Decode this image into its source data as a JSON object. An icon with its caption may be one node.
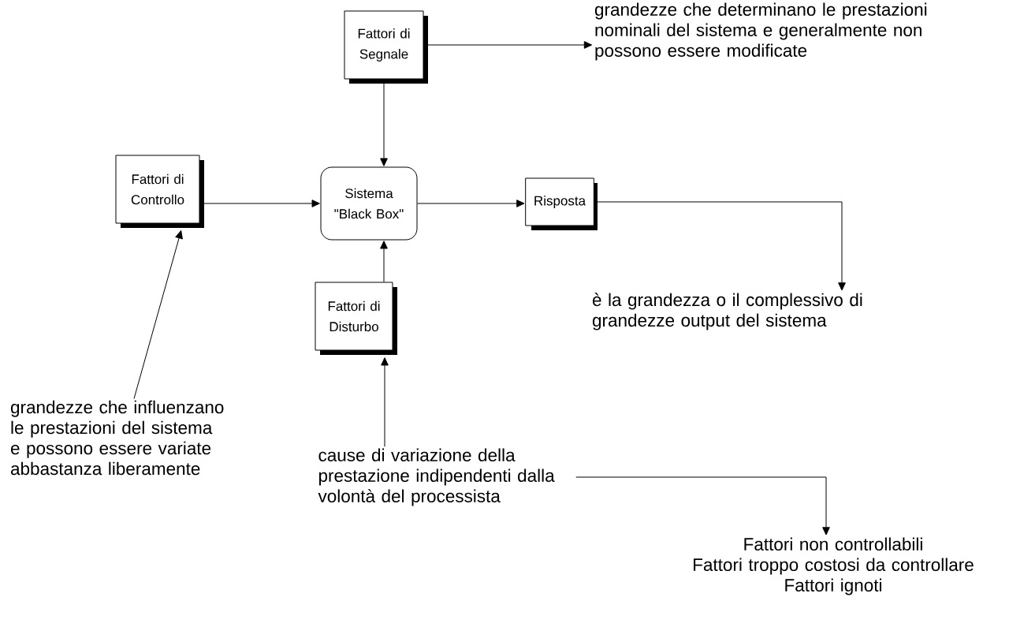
{
  "diagram": {
    "nodes": [
      {
        "text": [
          "Fattori di Segnale"
        ]
      },
      {
        "text": [
          "grandezze che determinano le prestazioni nominali del sistema e generalmente non possono essere modificate"
        ]
      },
      {
        "text": [
          "Fattori di Controllo"
        ]
      },
      {
        "text": [
          "Sistema \"Black Box\""
        ]
      },
      {
        "text": [
          "Risposta"
        ]
      },
      {
        "text": [
          "è la grandezza o il complessivo di grandezze output del sistema"
        ]
      },
      {
        "text": [
          "Fattori di Disturbo"
        ]
      },
      {
        "text": [
          "grandezze che influenzano le prestazioni del sistema e possono essere variate abbastanza liberamente"
        ]
      },
      {
        "text": [
          "cause di variazione della prestazione indipendenti dalla volontà del processista"
        ]
      },
      {
        "text": [
          "Fattori non controllabili",
          "Fattori troppo costosi da controllare",
          "Fattori ignoti"
        ]
      }
    ],
    "edges": [
      {
        "from": 0,
        "to": 1,
        "arrow": "to"
      },
      {
        "from": 0,
        "to": 3,
        "arrow": "to"
      },
      {
        "from": 2,
        "to": 3,
        "arrow": "to"
      },
      {
        "from": 3,
        "to": 4,
        "arrow": "to"
      },
      {
        "from": 6,
        "to": 3,
        "arrow": "to"
      },
      {
        "from": 4,
        "to": 5,
        "arrow": "to"
      },
      {
        "from": 7,
        "to": 2,
        "arrow": "to"
      },
      {
        "from": 8,
        "to": 6,
        "arrow": "to"
      },
      {
        "from": 8,
        "to": 9,
        "arrow": "to"
      }
    ]
  }
}
